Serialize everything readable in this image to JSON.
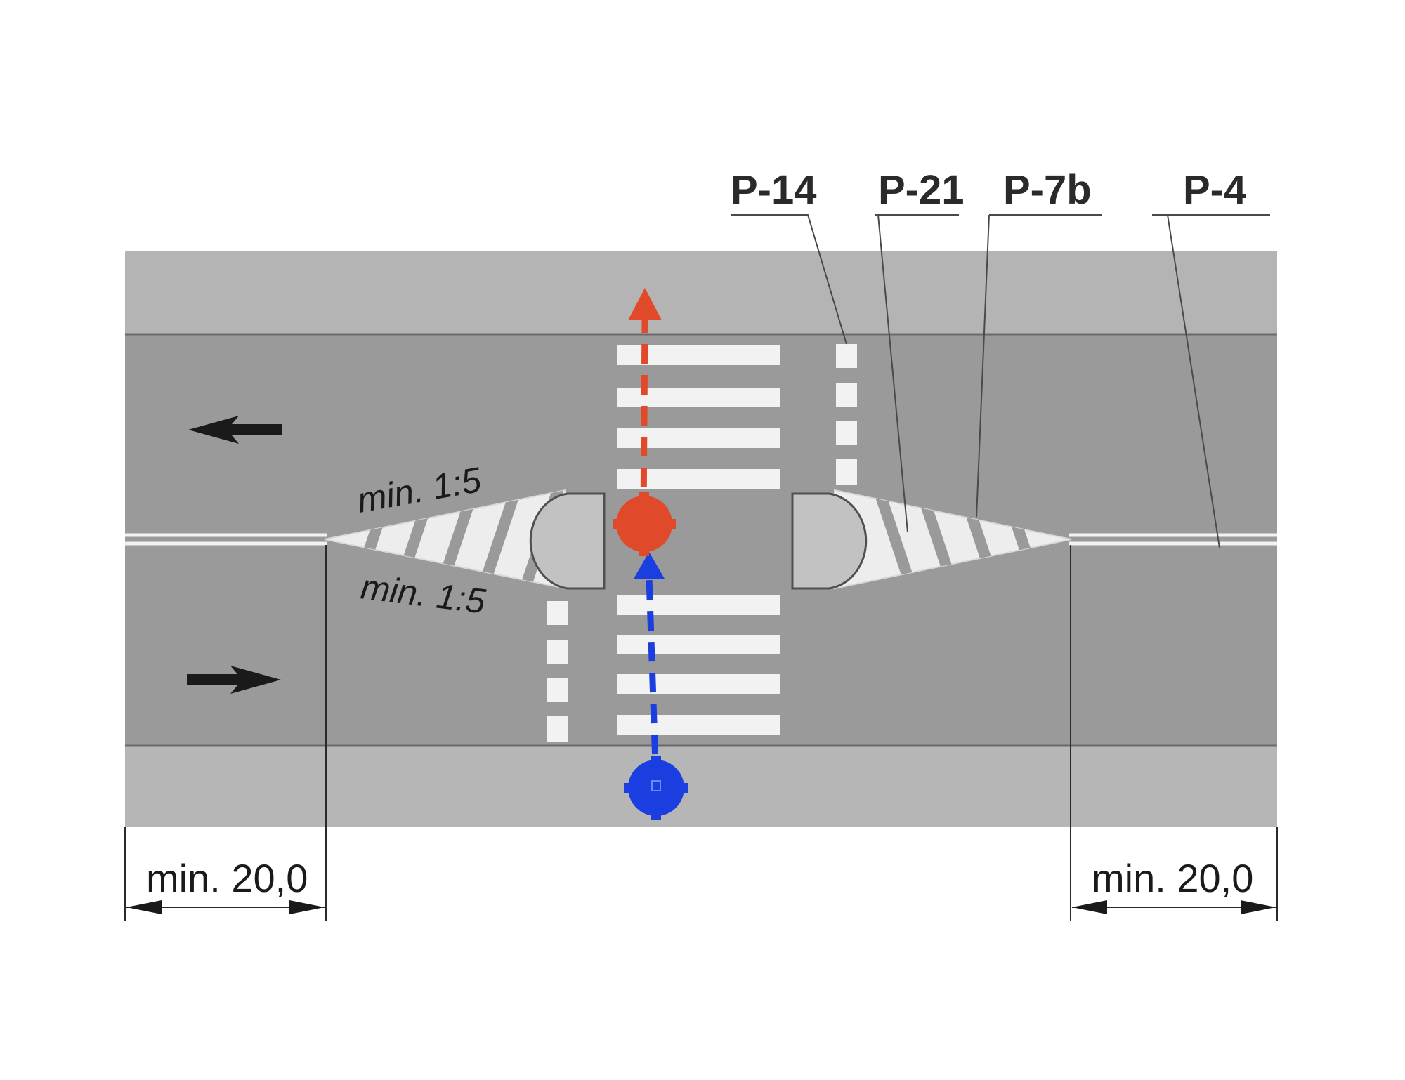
{
  "labels": {
    "p14": "P-14",
    "p21": "P-21",
    "p7b": "P-7b",
    "p4": "P-4"
  },
  "ratios": {
    "upper": "min. 1:5",
    "lower": "min. 1:5"
  },
  "dimensions": {
    "left": "min. 20,0",
    "right": "min. 20,0"
  },
  "colors": {
    "sidewalk": "#b4b4b4",
    "roadway": "#9a9a9a",
    "island": "#c2c2c2",
    "marking": "#f2f2f2",
    "pedestrian_red": "#e04a2a",
    "pedestrian_blue": "#1a3ee0",
    "arrow": "#1a1a1a"
  },
  "icons": {
    "left_lane_arrow": "arrow-left-icon",
    "right_lane_arrow": "arrow-right-icon",
    "red_marker": "pedestrian-marker-icon",
    "blue_marker": "pedestrian-marker-icon"
  }
}
